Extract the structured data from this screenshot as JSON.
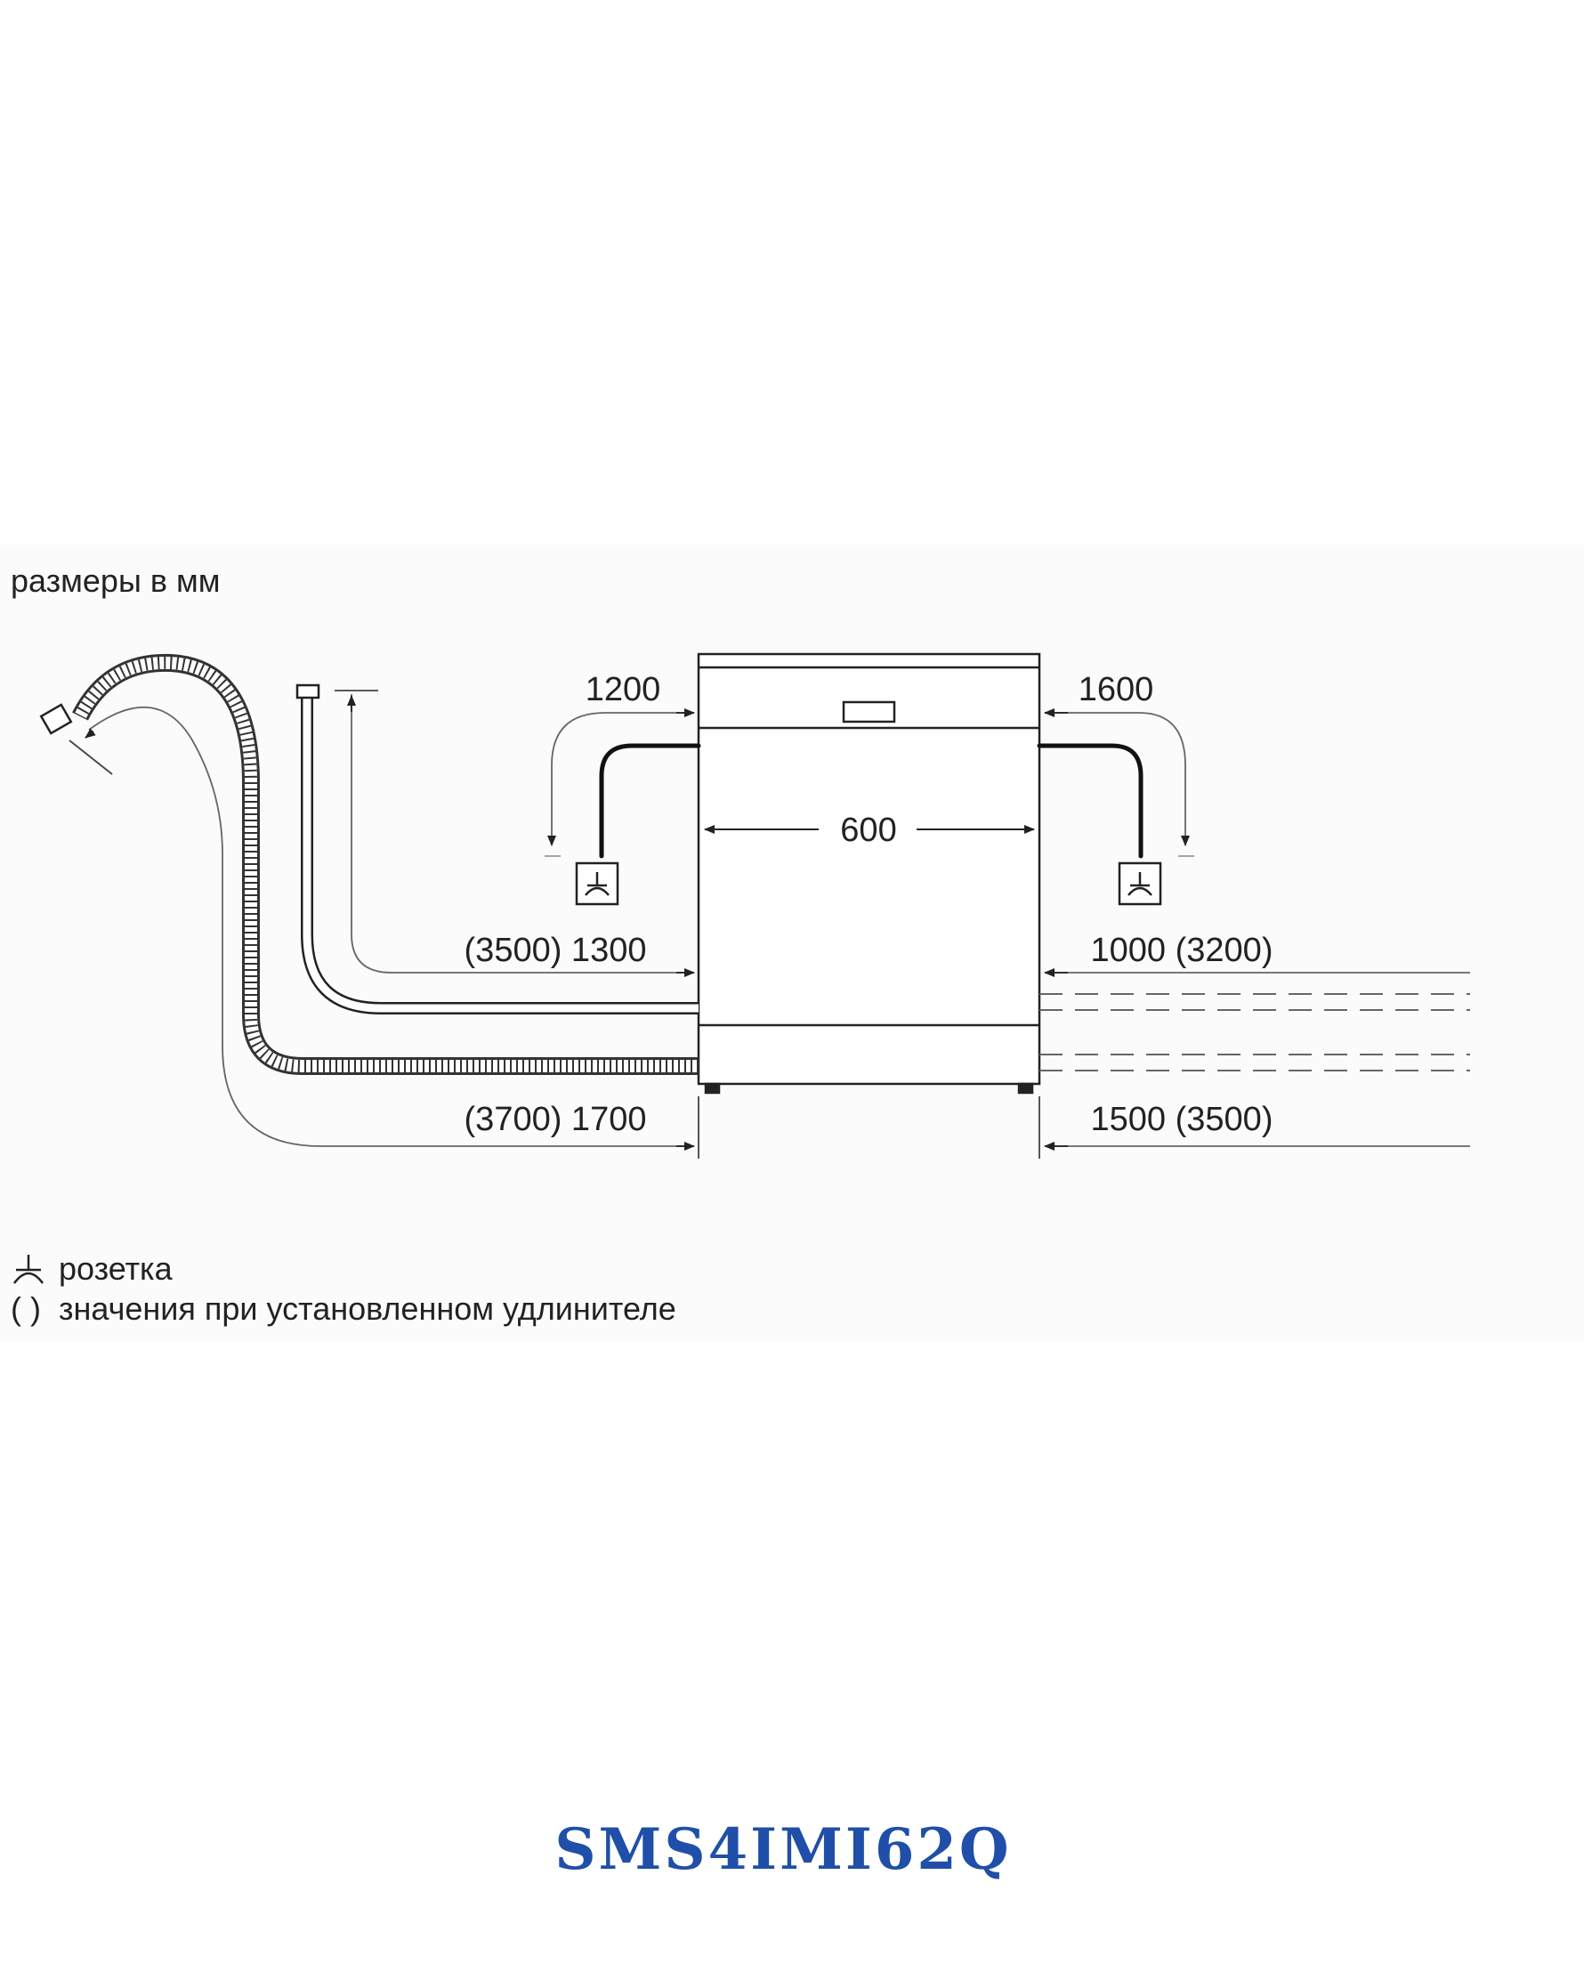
{
  "header": {
    "units_note": "размеры в мм"
  },
  "dimensions": {
    "cord_left": "1200",
    "cord_right": "1600",
    "width": "600",
    "water_hose_left": "(3500) 1300",
    "water_hose_right": "1000 (3200)",
    "drain_hose_left": "(3700) 1700",
    "drain_hose_right": "1500 (3500)"
  },
  "legend": {
    "socket_label": "розетка",
    "extension_marker": "( )",
    "extension_label": "значения при установленном удлинителе"
  },
  "footer": {
    "model": "SMS4IMI62Q",
    "model_color": "#1f4fa8"
  },
  "icons": {
    "socket": "socket-icon",
    "arrow": "arrow-icon"
  }
}
